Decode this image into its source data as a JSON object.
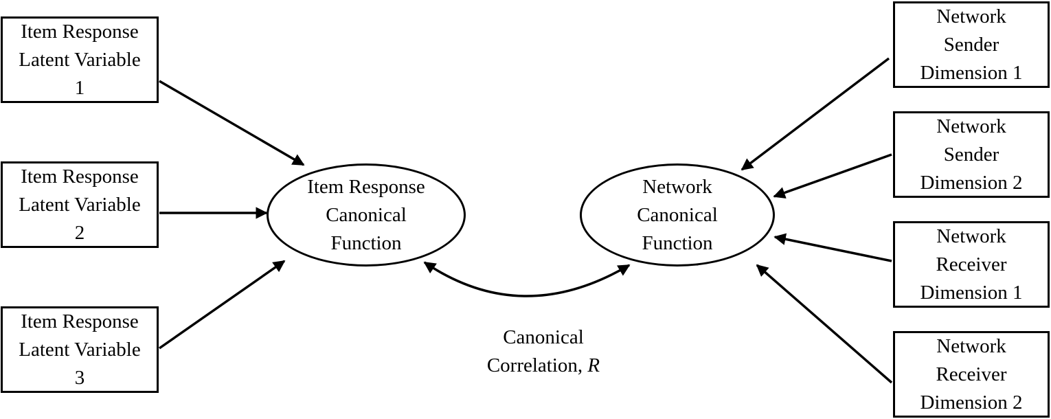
{
  "left_boxes": [
    {
      "lines": [
        "Item Response",
        "Latent Variable",
        "1"
      ]
    },
    {
      "lines": [
        "Item Response",
        "Latent Variable",
        "2"
      ]
    },
    {
      "lines": [
        "Item Response",
        "Latent Variable",
        "3"
      ]
    }
  ],
  "left_ellipse": {
    "lines": [
      "Item Response",
      "Canonical",
      "Function"
    ]
  },
  "right_ellipse": {
    "lines": [
      "Network",
      "Canonical",
      "Function"
    ]
  },
  "right_boxes": [
    {
      "lines": [
        "Network",
        "Sender",
        "Dimension 1"
      ]
    },
    {
      "lines": [
        "Network",
        "Sender",
        "Dimension 2"
      ]
    },
    {
      "lines": [
        "Network",
        "Receiver",
        "Dimension 1"
      ]
    },
    {
      "lines": [
        "Network",
        "Receiver",
        "Dimension 2"
      ]
    }
  ],
  "correlation": {
    "line1": "Canonical",
    "line2_prefix": "Correlation, ",
    "symbol": "R"
  }
}
